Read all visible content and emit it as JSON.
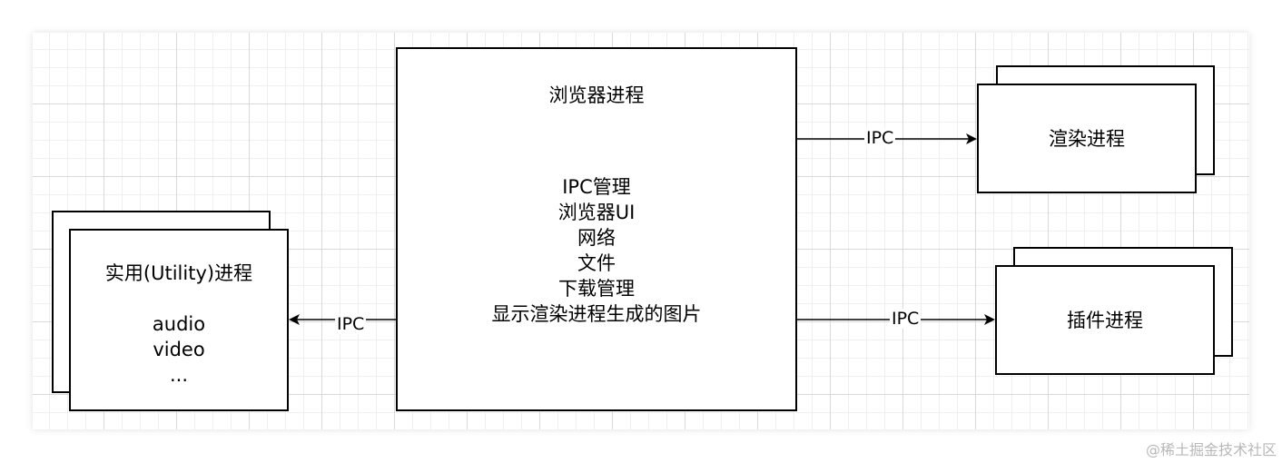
{
  "browser_process": {
    "title": "浏览器进程",
    "responsibilities": [
      "IPC管理",
      "浏览器UI",
      "网络",
      "文件",
      "下载管理",
      "显示渲染进程生成的图片"
    ]
  },
  "renderer_process": {
    "label": "渲染进程"
  },
  "plugin_process": {
    "label": "插件进程"
  },
  "utility_process": {
    "title": "实用(Utility)进程",
    "items": [
      "audio",
      "video",
      "..."
    ]
  },
  "connections": {
    "to_renderer": "IPC",
    "to_plugin": "IPC",
    "to_utility": "IPC"
  },
  "watermark": "@稀土掘金技术社区"
}
